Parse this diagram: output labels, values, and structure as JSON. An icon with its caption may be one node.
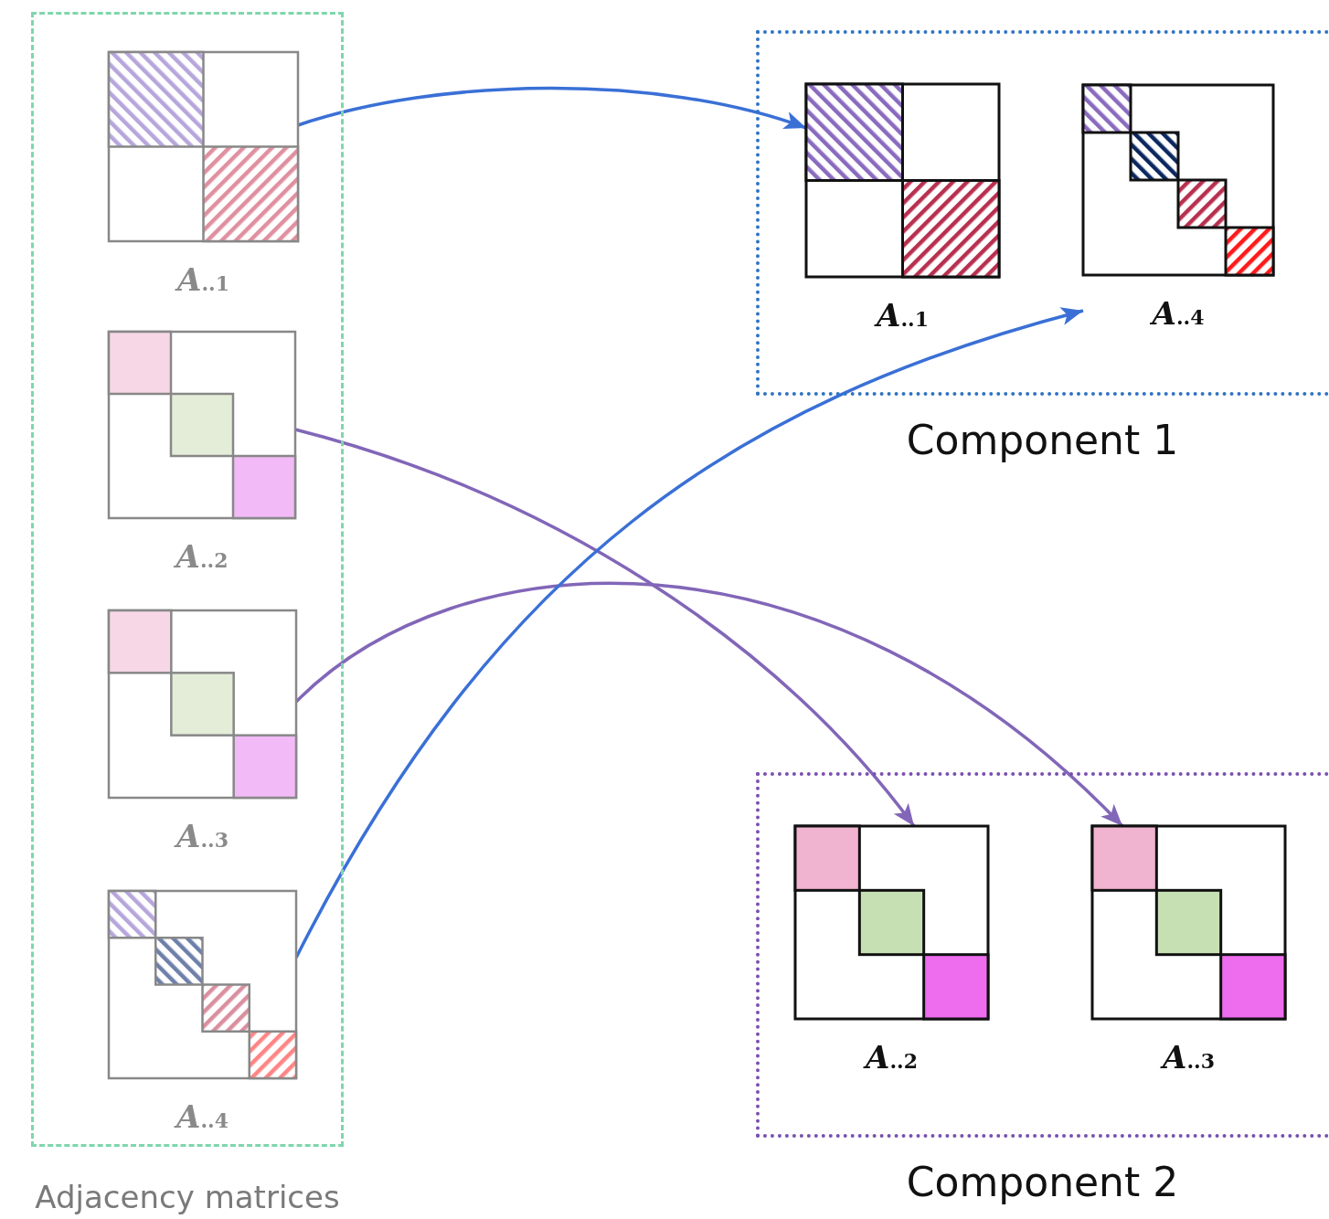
{
  "diagram": {
    "nodes": [
      {
        "text": [
          "Adjacency matrices"
        ]
      },
      {
        "text": [
          "*A*$_{..1}$"
        ],
        "in": 0
      },
      {
        "text": [
          "*A*$_{..2}$"
        ],
        "in": 0
      },
      {
        "text": [
          "*A*$_{..3}$"
        ],
        "in": 0
      },
      {
        "text": [
          "*A*$_{..4}$"
        ],
        "in": 0
      },
      {
        "text": [
          "Component 1"
        ]
      },
      {
        "text": [
          "*A*$_{..1}$"
        ],
        "in": 5
      },
      {
        "text": [
          "*A*$_{..4}$"
        ],
        "in": 5
      },
      {
        "text": [
          "Component 2"
        ]
      },
      {
        "text": [
          "*A*$_{..2}$"
        ],
        "in": 8
      },
      {
        "text": [
          "*A*$_{..3}$"
        ],
        "in": 8
      }
    ],
    "edges": [
      {
        "from": 1,
        "to": 6,
        "arrow": "to",
        "color": "#3a70d6"
      },
      {
        "from": 2,
        "to": 9,
        "arrow": "to",
        "color": "#8266b8"
      },
      {
        "from": 3,
        "to": 10,
        "arrow": "to",
        "color": "#8266b8"
      },
      {
        "from": 4,
        "to": 7,
        "arrow": "to",
        "color": "#3a70d6"
      }
    ]
  }
}
